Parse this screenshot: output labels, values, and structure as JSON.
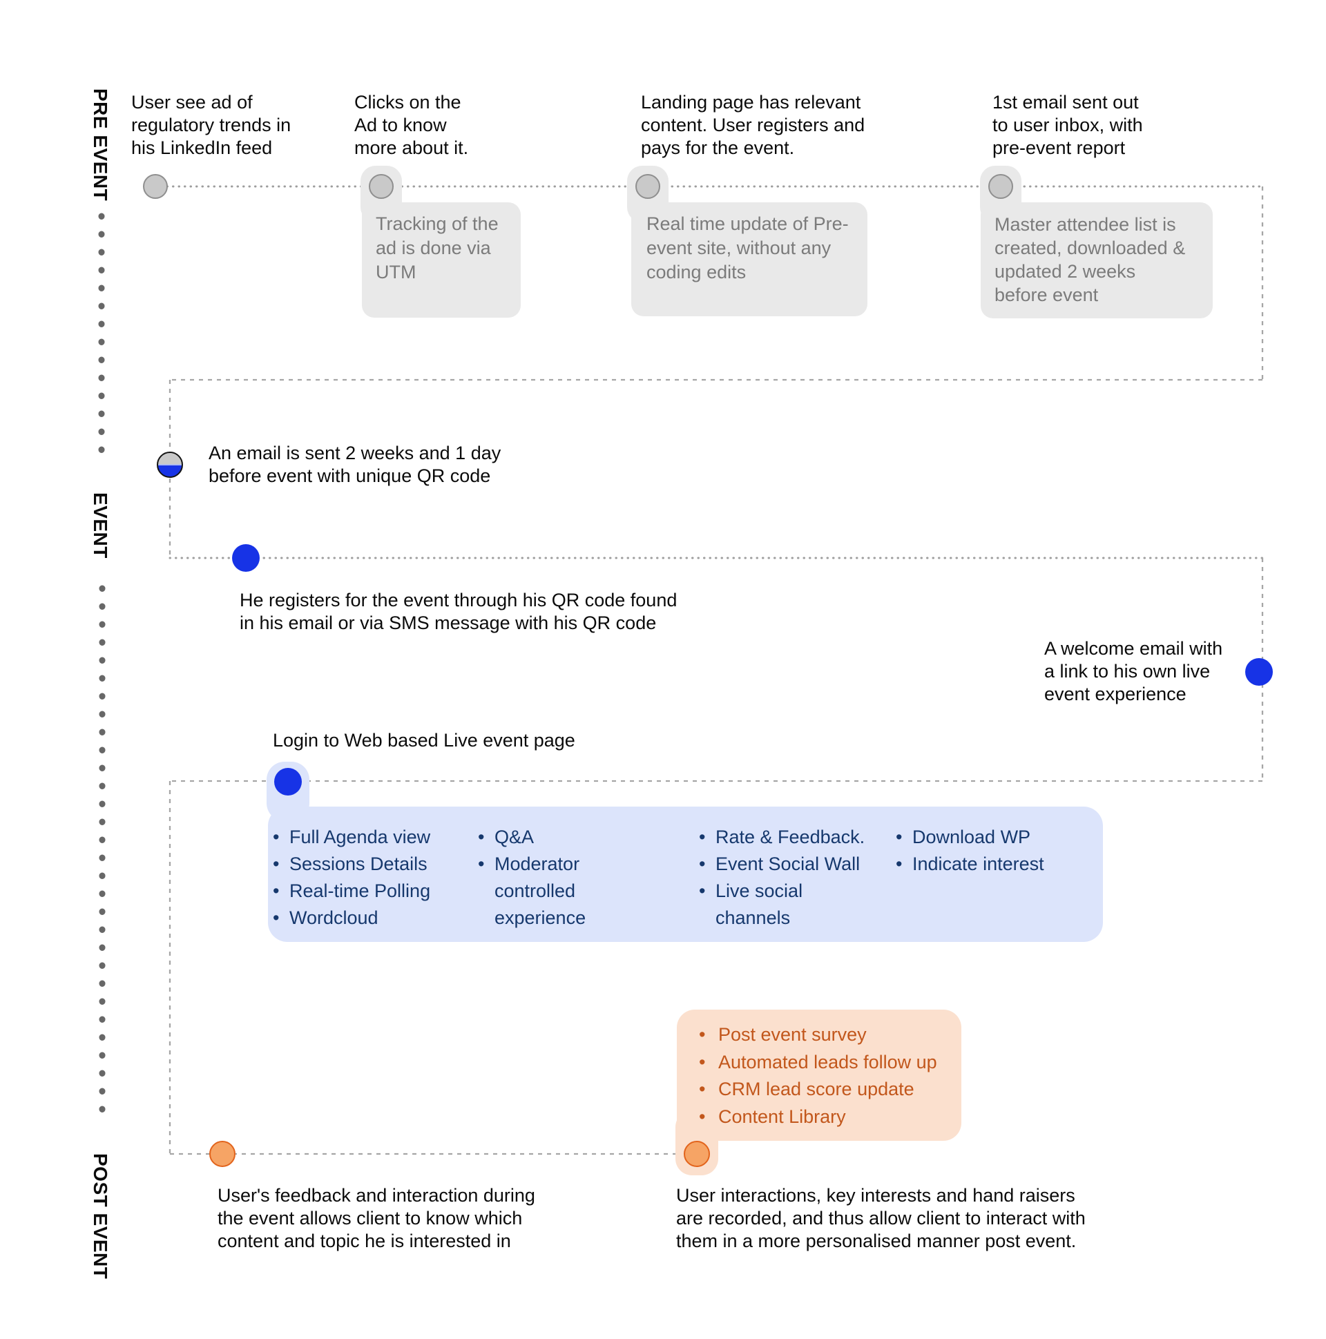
{
  "colors": {
    "background": "#ffffff",
    "path_line": "#a6a6a6",
    "phase_dot": "#676767",
    "gray_node_fill": "#c9c9c9",
    "gray_node_border": "#8f8f8f",
    "blue_node": "#1733e6",
    "orange_node_fill": "#f6a465",
    "orange_node_border": "#e2641c",
    "gray_callout_bg": "#e9e9e9",
    "gray_callout_text": "#7b7b7b",
    "blue_callout_bg": "#dce4fb",
    "blue_callout_text": "#16386d",
    "orange_callout_bg": "#fbe0ce",
    "orange_callout_text": "#c2571c",
    "step_text": "#0b0b0b"
  },
  "phases": {
    "pre": "PRE EVENT",
    "event": "EVENT",
    "post": "POST EVENT"
  },
  "steps": {
    "see_ad": "User see ad of\nregulatory trends in\nhis LinkedIn feed",
    "clicks_ad": "Clicks on the\nAd to know\nmore about it.",
    "landing_page": "Landing page has relevant\ncontent. User registers and\npays for the event.",
    "first_email": "1st email sent out\nto user inbox, with\npre-event report",
    "qr_email": "An email is sent 2 weeks and 1 day\nbefore event with unique QR code",
    "registers": "He registers for the event through his QR code found\nin his email or via SMS message with his QR code",
    "welcome_email": "A welcome email with\na link to his own live\nevent experience",
    "login": "Login to Web based Live event page",
    "feedback": "User's feedback and interaction during\nthe event allows client to know which\ncontent and topic he is interested in",
    "interactions": "User interactions, key interests and hand raisers\nare recorded, and thus allow client to interact with\nthem in a more personalised manner post event."
  },
  "callouts": {
    "tracking": "Tracking of the\nad is done via\nUTM",
    "realtime_update": "Real time update of Pre-\nevent site, without any\ncoding edits",
    "master_list": "Master attendee list is\ncreated, downloaded &\nupdated 2 weeks\nbefore event"
  },
  "event_features": {
    "columns": [
      {
        "items": [
          "Full Agenda view",
          "Sessions Details",
          "Real-time Polling",
          "Wordcloud"
        ]
      },
      {
        "items": [
          "Q&A",
          "Moderator\ncontrolled\nexperience"
        ]
      },
      {
        "items": [
          "Rate & Feedback.",
          "Event Social Wall",
          "Live social\nchannels"
        ]
      },
      {
        "items": [
          "Download WP",
          "Indicate interest"
        ]
      }
    ]
  },
  "post_event_actions": {
    "items": [
      "Post event survey",
      "Automated leads follow up",
      "CRM lead score update",
      "Content Library"
    ]
  }
}
